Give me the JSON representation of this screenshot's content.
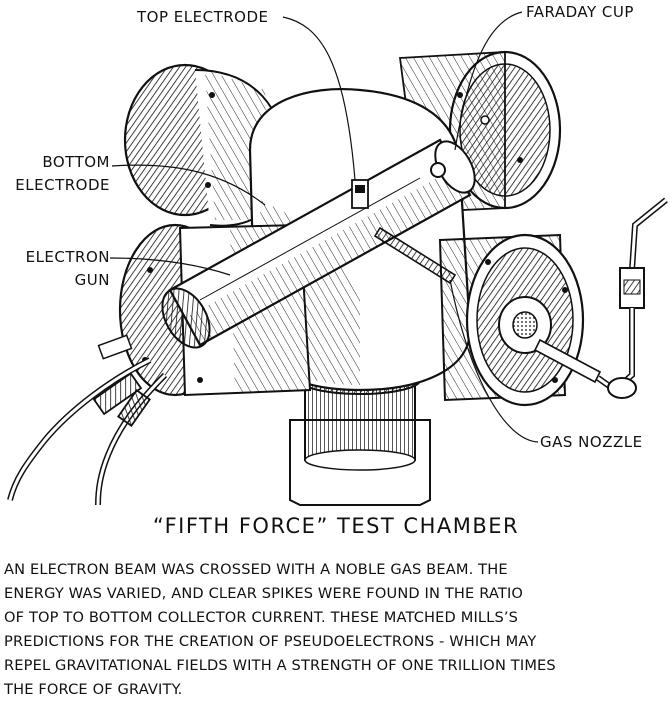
{
  "labels": {
    "top_electrode": "TOP ELECTRODE",
    "faraday_cup": "FARADAY CUP",
    "bottom_electrode_1": "BOTTOM",
    "bottom_electrode_2": "ELECTRODE",
    "electron_gun_1": "ELECTRON",
    "electron_gun_2": "GUN",
    "gas_nozzle": "GAS NOZZLE"
  },
  "title": "“FIFTH FORCE” TEST CHAMBER",
  "caption_lines": [
    "AN ELECTRON BEAM WAS CROSSED WITH A NOBLE GAS BEAM. THE",
    "ENERGY WAS VARIED, AND CLEAR SPIKES WERE FOUND IN THE RATIO",
    "OF TOP TO BOTTOM COLLECTOR CURRENT. THESE MATCHED MILLS’S",
    "PREDICTIONS FOR THE CREATION OF PSEUDOELECTRONS - WHICH MAY",
    "REPEL GRAVITATIONAL FIELDS WITH A STRENGTH OF ONE TRILLION TIMES",
    "THE FORCE OF GRAVITY."
  ]
}
